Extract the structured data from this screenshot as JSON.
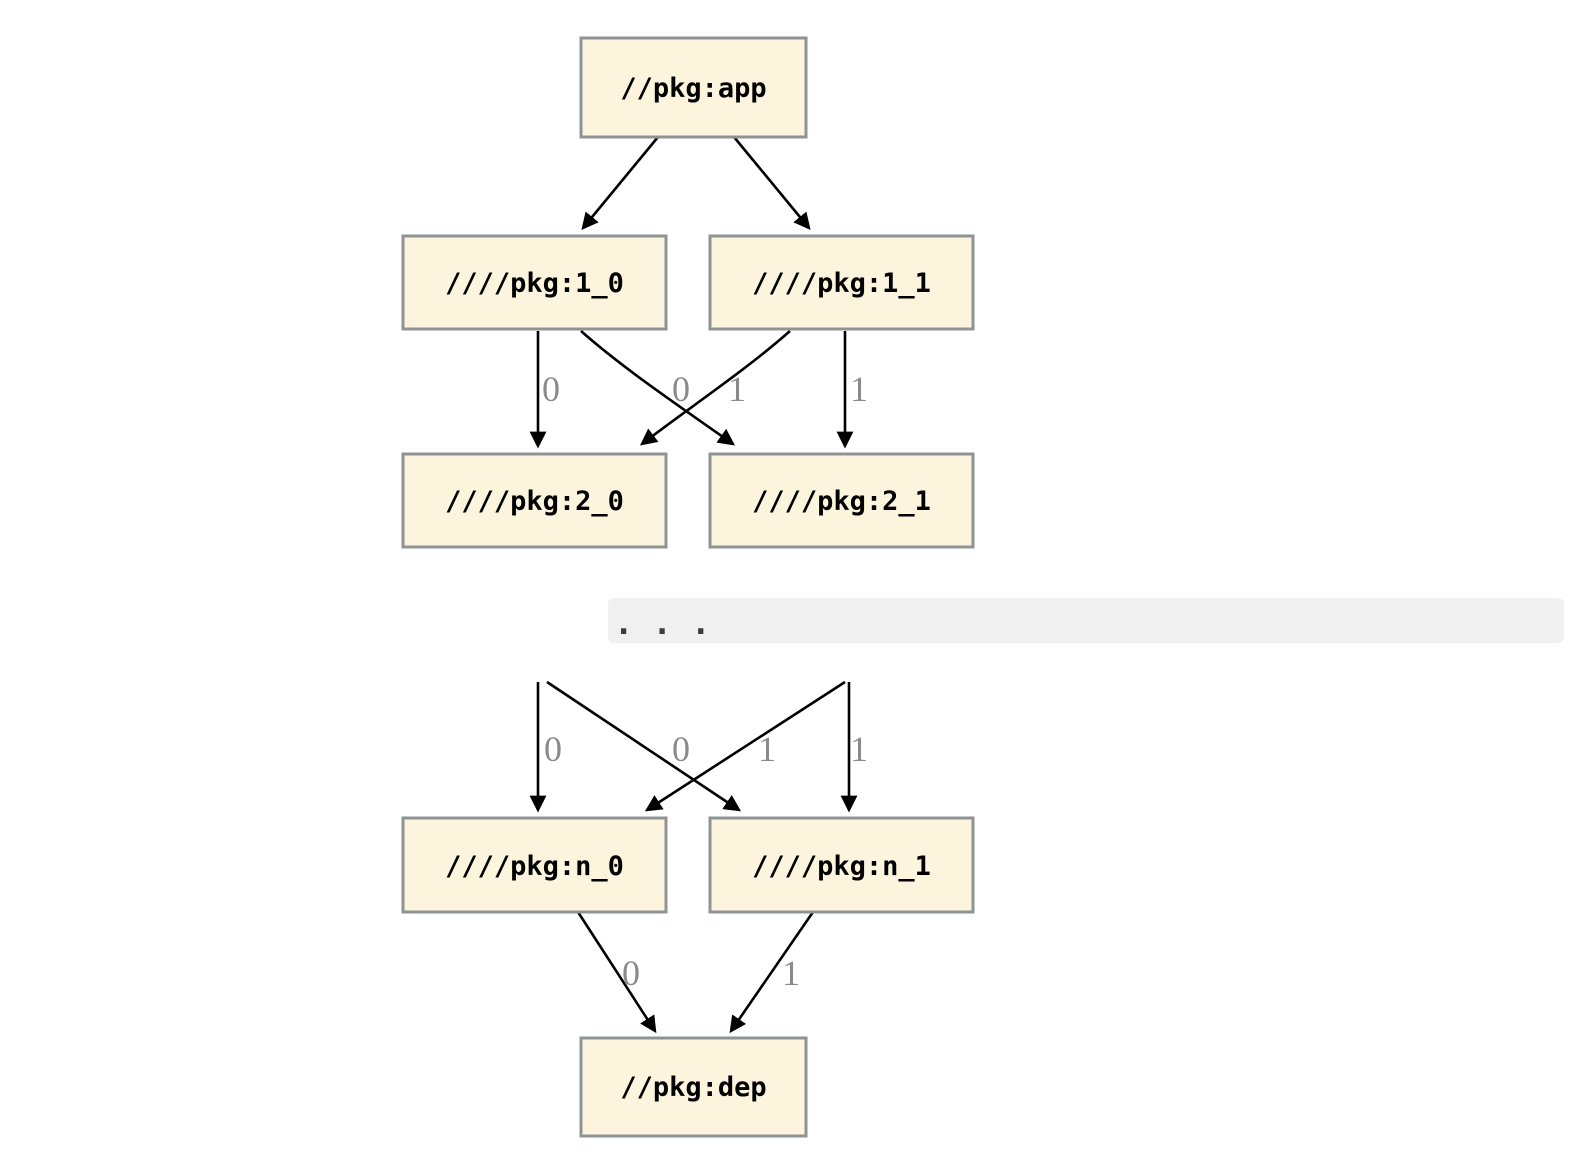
{
  "diagram": {
    "title_hint": "dependency graph",
    "ellipsis": ". . .",
    "colors": {
      "background": "#ffffff",
      "node_fill": "#fcf4dd",
      "node_border": "#8e9494",
      "node_text": "#000000",
      "edge": "#000000",
      "edge_label": "#8a8a8a",
      "ellipsis_band_bg": "#f0f0f0",
      "ellipsis_dots": "#3c3c3c"
    },
    "nodes": {
      "app": {
        "label": "//pkg:app"
      },
      "v1_0": {
        "label": "////pkg:1_0"
      },
      "v1_1": {
        "label": "////pkg:1_1"
      },
      "v2_0": {
        "label": "////pkg:2_0"
      },
      "v2_1": {
        "label": "////pkg:2_1"
      },
      "vn_0": {
        "label": "////pkg:n_0"
      },
      "vn_1": {
        "label": "////pkg:n_1"
      },
      "dep": {
        "label": "//pkg:dep"
      }
    },
    "edges": [
      {
        "from": "//pkg:app",
        "to": "////pkg:1_0",
        "label": ""
      },
      {
        "from": "//pkg:app",
        "to": "////pkg:1_1",
        "label": ""
      },
      {
        "from": "////pkg:1_0",
        "to": "////pkg:2_0",
        "label": "0"
      },
      {
        "from": "////pkg:1_0",
        "to": "////pkg:2_1",
        "label": "1"
      },
      {
        "from": "////pkg:1_1",
        "to": "////pkg:2_0",
        "label": "0"
      },
      {
        "from": "////pkg:1_1",
        "to": "////pkg:2_1",
        "label": "1"
      },
      {
        "from": ". . .",
        "to": "////pkg:n_0",
        "label": "0"
      },
      {
        "from": ". . .",
        "to": "////pkg:n_1",
        "label": "1"
      },
      {
        "from": ". . .",
        "to": "////pkg:n_0",
        "label": "0"
      },
      {
        "from": ". . .",
        "to": "////pkg:n_1",
        "label": "1"
      },
      {
        "from": "////pkg:n_0",
        "to": "//pkg:dep",
        "label": "0"
      },
      {
        "from": "////pkg:n_1",
        "to": "//pkg:dep",
        "label": "1"
      }
    ]
  }
}
